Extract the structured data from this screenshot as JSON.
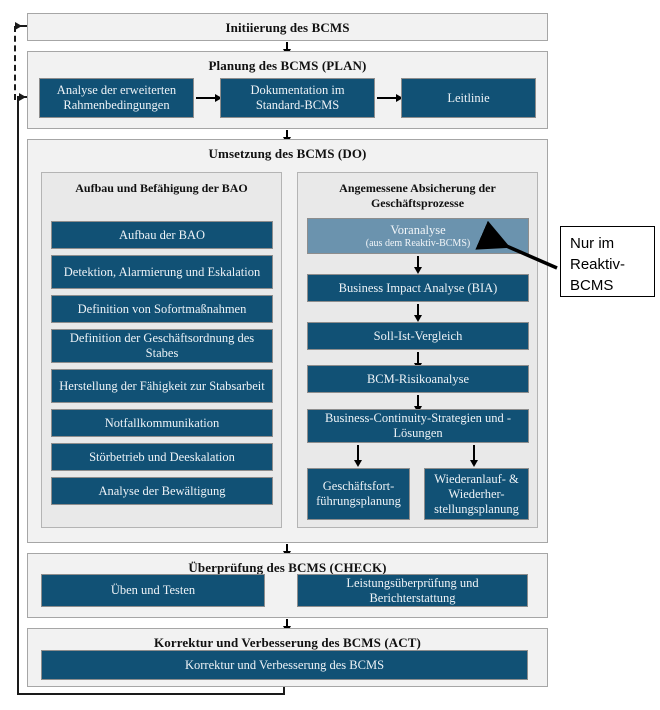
{
  "diagram": {
    "title": "BCMS Prozessmodell (PDCA)",
    "colors": {
      "process_box": "#115175",
      "highlight_box": "#6b93ae",
      "stage_frame": "#f2f2f2",
      "subpanel": "#e9e9e9",
      "text_on_box": "#eef3f7",
      "line": "#1a1a1a"
    }
  },
  "stages": {
    "init": {
      "title": "Initiierung des BCMS"
    },
    "plan": {
      "title": "Planung des BCMS  (PLAN)",
      "boxes": [
        {
          "label": "Analyse der erweiterten Rahmenbedingungen"
        },
        {
          "label": "Dokumentation im Standard-BCMS"
        },
        {
          "label": "Leitlinie"
        }
      ]
    },
    "do": {
      "title": "Umsetzung des BCMS (DO)",
      "left_panel": {
        "title": "Aufbau und Befähigung der BAO",
        "boxes": [
          {
            "label": "Aufbau der BAO"
          },
          {
            "label": "Detektion, Alarmierung und Eskalation"
          },
          {
            "label": "Definition von Sofortmaßnahmen"
          },
          {
            "label": "Definition der Geschäftsordnung des Stabes"
          },
          {
            "label": "Herstellung der Fähigkeit zur Stabsarbeit"
          },
          {
            "label": "Notfallkommunikation"
          },
          {
            "label": "Störbetrieb und Deeskalation"
          },
          {
            "label": "Analyse der Bewältigung"
          }
        ]
      },
      "right_panel": {
        "title": "Angemessene Absicherung der Geschäftsprozesse",
        "boxes": [
          {
            "label": "Voranalyse",
            "sublabel": "(aus dem Reaktiv-BCMS)",
            "highlight": true
          },
          {
            "label": "Business Impact Analyse (BIA)"
          },
          {
            "label": "Soll-Ist-Vergleich"
          },
          {
            "label": "BCM-Risikoanalyse"
          },
          {
            "label": "Business-Continuity-Strategien und -Lösungen"
          }
        ],
        "leaf_boxes": [
          {
            "label": "Geschäftsfort-führungsplanung"
          },
          {
            "label": "Wiederanlauf- & Wiederher-stellungsplanung"
          }
        ]
      }
    },
    "check": {
      "title": "Überprüfung des BCMS (CHECK)",
      "boxes": [
        {
          "label": "Üben und Testen"
        },
        {
          "label": "Leistungsüberprüfung und Berichterstattung"
        }
      ]
    },
    "act": {
      "title": "Korrektur und Verbesserung des BCMS (ACT)",
      "boxes": [
        {
          "label": "Korrektur und Verbesserung des BCMS"
        }
      ]
    }
  },
  "callout": {
    "text": "Nur im Reaktiv-BCMS"
  }
}
